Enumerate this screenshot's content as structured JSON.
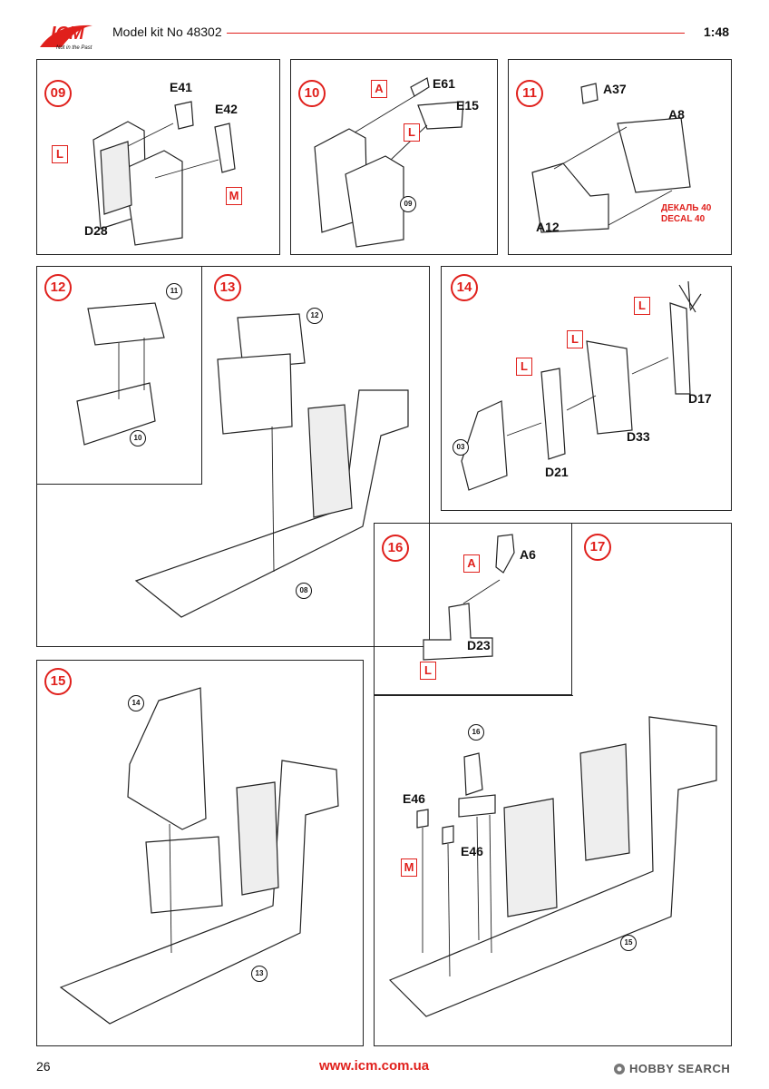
{
  "header": {
    "logo_text": "ICM",
    "logo_tagline": "Not in the Past",
    "model_kit": "Model kit No 48302",
    "scale": "1:48"
  },
  "footer": {
    "page_number": "26",
    "website": "www.icm.com.ua",
    "watermark": "HOBBY SEARCH"
  },
  "steps": {
    "s09": {
      "number": "09",
      "parts": [
        "E41",
        "E42",
        "D28"
      ],
      "markers": [
        "L",
        "M"
      ]
    },
    "s10": {
      "number": "10",
      "parts": [
        "E61",
        "E15"
      ],
      "markers": [
        "A",
        "L"
      ],
      "refs": [
        "09"
      ]
    },
    "s11": {
      "number": "11",
      "parts": [
        "A37",
        "A8",
        "A12"
      ],
      "decal": [
        "ДЕКАЛЬ 40",
        "DECAL 40"
      ]
    },
    "s12": {
      "number": "12",
      "refs": [
        "11",
        "10"
      ]
    },
    "s13": {
      "number": "13",
      "refs": [
        "12",
        "08"
      ]
    },
    "s14": {
      "number": "14",
      "parts": [
        "D17",
        "D33",
        "D21"
      ],
      "markers": [
        "L",
        "L",
        "L"
      ],
      "refs": [
        "03"
      ]
    },
    "s15": {
      "number": "15",
      "refs": [
        "14",
        "13"
      ]
    },
    "s16": {
      "number": "16",
      "parts": [
        "A6",
        "D23"
      ],
      "markers": [
        "A",
        "L"
      ]
    },
    "s17": {
      "number": "17",
      "parts": [
        "E46",
        "E46"
      ],
      "markers": [
        "M"
      ],
      "refs": [
        "16",
        "15"
      ]
    }
  },
  "colors": {
    "accent": "#e0201c",
    "line": "#222222"
  }
}
